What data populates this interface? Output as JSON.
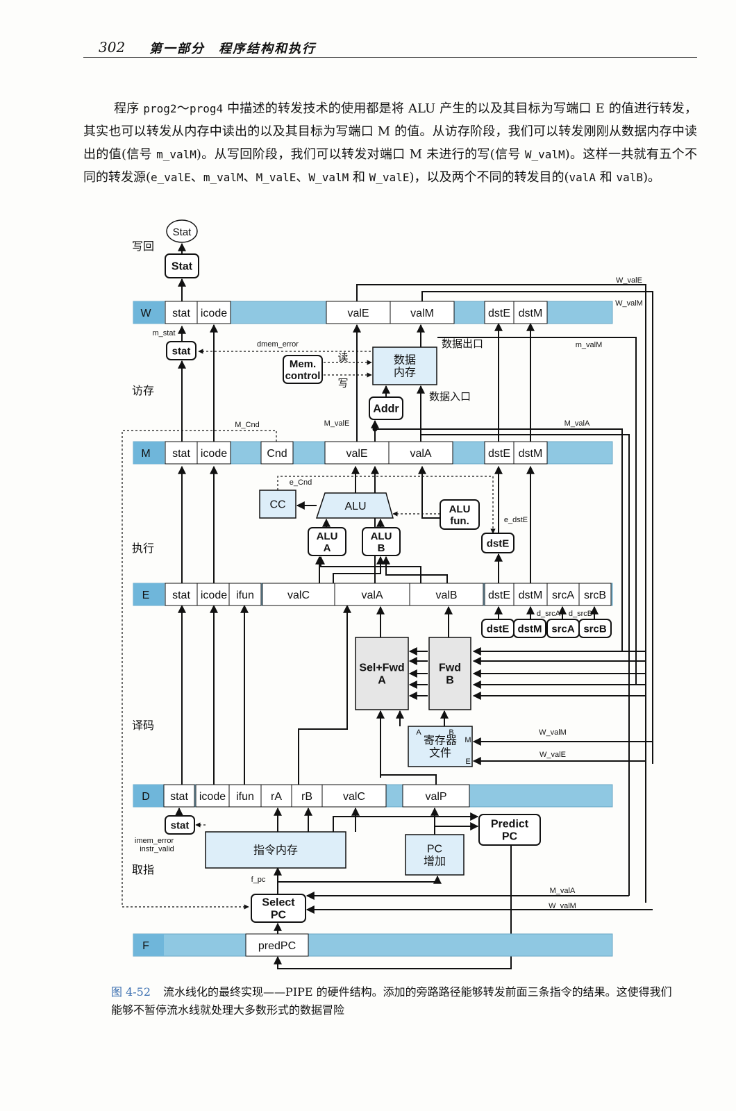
{
  "header": {
    "page_number": "302",
    "chapter": "第一部分　程序结构和执行"
  },
  "paragraph": [
    {
      "t": "程序 "
    },
    {
      "m": "prog2"
    },
    {
      "t": "～"
    },
    {
      "m": "prog4"
    },
    {
      "t": " 中描述的转发技术的使用都是将 ALU 产生的以及其目标为写端口 E 的值进行转发，其实也可以转发从内存中读出的以及其目标为写端口 M 的值。从访存阶段，我们可以转发刚刚从数据内存中读出的值(信号 "
    },
    {
      "m": "m_valM"
    },
    {
      "t": ")。从写回阶段，我们可以转发对端口 M 未进行的写(信号 "
    },
    {
      "m": "W_valM"
    },
    {
      "t": ")。这样一共就有五个不同的转发源("
    },
    {
      "m": "e_valE"
    },
    {
      "t": "、"
    },
    {
      "m": "m_valM"
    },
    {
      "t": "、"
    },
    {
      "m": "M_valE"
    },
    {
      "t": "、"
    },
    {
      "m": "W_valM"
    },
    {
      "t": " 和 "
    },
    {
      "m": "W_valE"
    },
    {
      "t": ")，以及两个不同的转发目的("
    },
    {
      "m": "valA"
    },
    {
      "t": " 和 "
    },
    {
      "m": "valB"
    },
    {
      "t": ")。"
    }
  ],
  "stages": {
    "writeback": "写回",
    "memory": "访存",
    "execute": "执行",
    "decode": "译码",
    "fetch": "取指"
  },
  "registers": {
    "W": {
      "name": "W",
      "fields": [
        "stat",
        "icode",
        "valE",
        "valM",
        "dstE",
        "dstM"
      ]
    },
    "M": {
      "name": "M",
      "fields": [
        "stat",
        "icode",
        "Cnd",
        "valE",
        "valA",
        "dstE",
        "dstM"
      ]
    },
    "E": {
      "name": "E",
      "fields": [
        "stat",
        "icode",
        "ifun",
        "valC",
        "valA",
        "valB",
        "dstE",
        "dstM",
        "srcA",
        "srcB"
      ]
    },
    "D": {
      "name": "D",
      "fields": [
        "stat",
        "icode",
        "ifun",
        "rA",
        "rB",
        "valC",
        "valP"
      ]
    },
    "F": {
      "name": "F",
      "fields": [
        "predPC"
      ]
    }
  },
  "blocks": {
    "stat_out": "Stat",
    "stat_w": "Stat",
    "stat_m": "stat",
    "stat_f": "stat",
    "mem_control": [
      "Mem.",
      "control"
    ],
    "data_mem": [
      "数据",
      "内存"
    ],
    "addr": "Addr",
    "cc": "CC",
    "alu": "ALU",
    "alu_fun": [
      "ALU",
      "fun."
    ],
    "alu_a": [
      "ALU",
      "A"
    ],
    "alu_b": [
      "ALU",
      "B"
    ],
    "dste_e": "dstE",
    "d_dste": "dstE",
    "d_dstm": "dstM",
    "d_srca": "srcA",
    "d_srcb": "srcB",
    "selfwd_a": [
      "Sel+Fwd",
      "A"
    ],
    "fwd_b": [
      "Fwd",
      "B"
    ],
    "regfile": [
      "寄存器",
      "文件"
    ],
    "predict_pc": [
      "Predict",
      "PC"
    ],
    "instr_mem": "指令内存",
    "pc_inc": [
      "PC",
      "增加"
    ],
    "select_pc": [
      "Select",
      "PC"
    ]
  },
  "signals": {
    "W_valE": "W_valE",
    "W_valM": "W_valM",
    "m_stat": "m_stat",
    "dmem_error": "dmem_error",
    "m_valM": "m_valM",
    "read": "读",
    "write": "写",
    "data_out": "数据出口",
    "data_in": "数据入口",
    "M_Cnd": "M_Cnd",
    "M_valE": "M_valE",
    "M_valA": "M_valA",
    "e_Cnd": "e_Cnd",
    "e_dstE": "e_dstE",
    "d_srcA": "d_srcA",
    "d_srcB": "d_srcB",
    "rf_A": "A",
    "rf_B": "B",
    "rf_M": "M",
    "rf_E": "E",
    "rf_W_valM": "W_valM",
    "rf_W_valE": "W_valE",
    "imem_error": "imem_error",
    "instr_valid": "instr_valid",
    "f_pc": "f_pc",
    "f_M_valA": "M_valA",
    "f_W_valM": "W_valM"
  },
  "caption": {
    "number": "图 4-52",
    "text": "流水线化的最终实现——PIPE 的硬件结构。添加的旁路路径能够转发前面三条指令的结果。这使得我们能够不暂停流水线就处理大多数形式的数据冒险"
  },
  "colors": {
    "pipe_reg": "#8fc8e2",
    "box_fill": "#ddeef9",
    "gray_fill": "#e6e6e6",
    "caption_blue": "#3b6fb0"
  }
}
